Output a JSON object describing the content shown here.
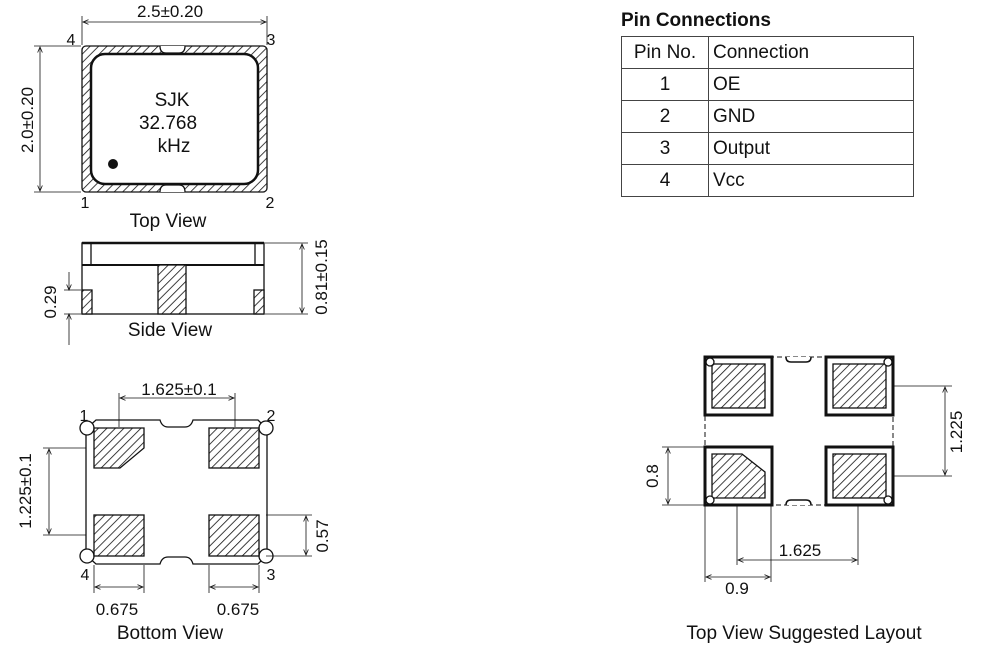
{
  "top_view": {
    "width_dim": "2.5±0.20",
    "height_dim": "2.0±0.20",
    "marking": [
      "SJK",
      "32.768",
      "kHz"
    ],
    "pin_labels": {
      "tl": "4",
      "tr": "3",
      "bl": "1",
      "br": "2"
    },
    "caption": "Top View"
  },
  "side_view": {
    "left_dim": "0.29",
    "right_dim": "0.81±0.15",
    "caption": "Side View"
  },
  "bottom_view": {
    "pitch_dim": "1.625±0.1",
    "vertical_pitch_dim": "1.225±0.1",
    "pad_height_dim": "0.57",
    "pad_width_left": "0.675",
    "pad_width_right": "0.675",
    "pin_labels": {
      "tl": "1",
      "tr": "2",
      "bl": "4",
      "br": "3"
    },
    "caption": "Bottom View"
  },
  "layout_view": {
    "vertical_pitch_dim": "1.225",
    "pad_height_dim": "0.8",
    "pitch_dim": "1.625",
    "pad_width_dim": "0.9",
    "caption": "Top View Suggested Layout"
  },
  "pin_connections": {
    "title": "Pin Connections",
    "headers": [
      "Pin No.",
      "Connection"
    ],
    "rows": [
      {
        "pin": "1",
        "connection": "OE"
      },
      {
        "pin": "2",
        "connection": "GND"
      },
      {
        "pin": "3",
        "connection": "Output"
      },
      {
        "pin": "4",
        "connection": "Vcc"
      }
    ]
  }
}
